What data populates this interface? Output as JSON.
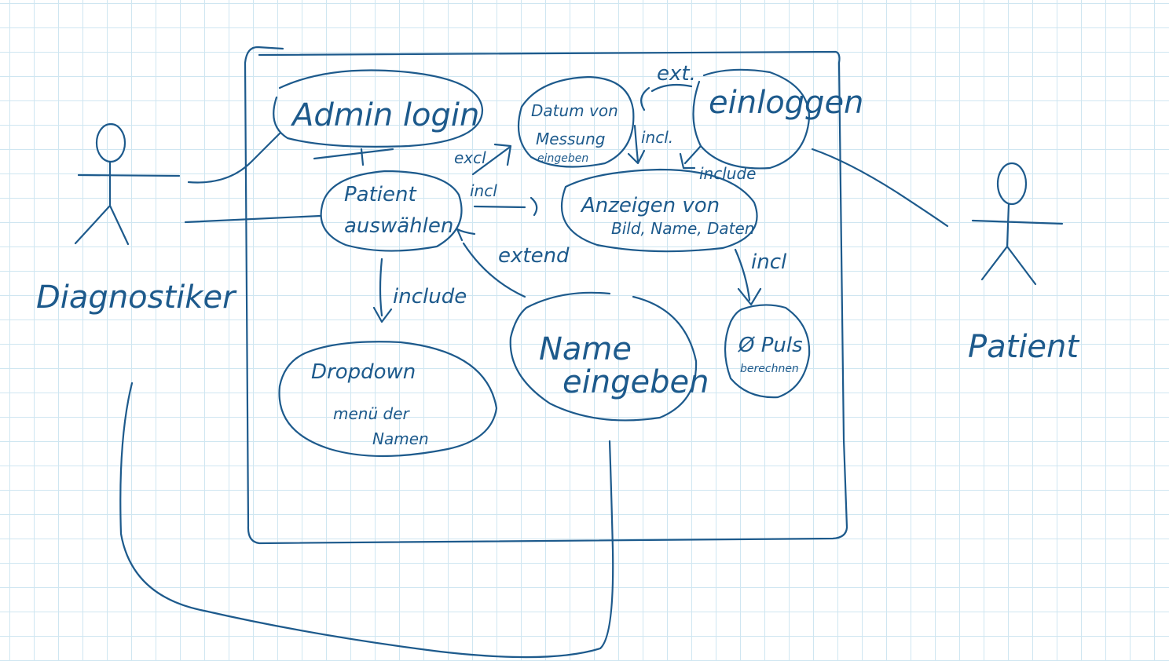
{
  "diagram": {
    "actors": {
      "diagnostiker": "Diagnostiker",
      "patient": "Patient"
    },
    "use_cases": {
      "admin_login": "Admin login",
      "datum_line1": "Datum von",
      "datum_line2": "Messung",
      "datum_line3": "eingeben",
      "einloggen": "einloggen",
      "patient_line1": "Patient",
      "patient_line2": "auswählen",
      "anzeigen_line1": "Anzeigen von",
      "anzeigen_line2": "Bild, Name, Daten",
      "dropdown_line1": "Dropdown",
      "dropdown_line2": "menü der",
      "dropdown_line3": "Namen",
      "name_line1": "Name",
      "name_line2": "eingeben",
      "puls_line1": "Ø Puls",
      "puls_line2": "berechnen"
    },
    "relations": {
      "ext_top": "ext.",
      "excl": "excl",
      "incl_patient": "incl",
      "incl_datum": "incl.",
      "include_einloggen": "include",
      "extend_name": "extend",
      "include_dropdown": "include",
      "incl_puls": "incl"
    }
  },
  "colors": {
    "ink": "#1d5a8c",
    "grid": "#cfe6f1",
    "paper": "#ffffff"
  }
}
